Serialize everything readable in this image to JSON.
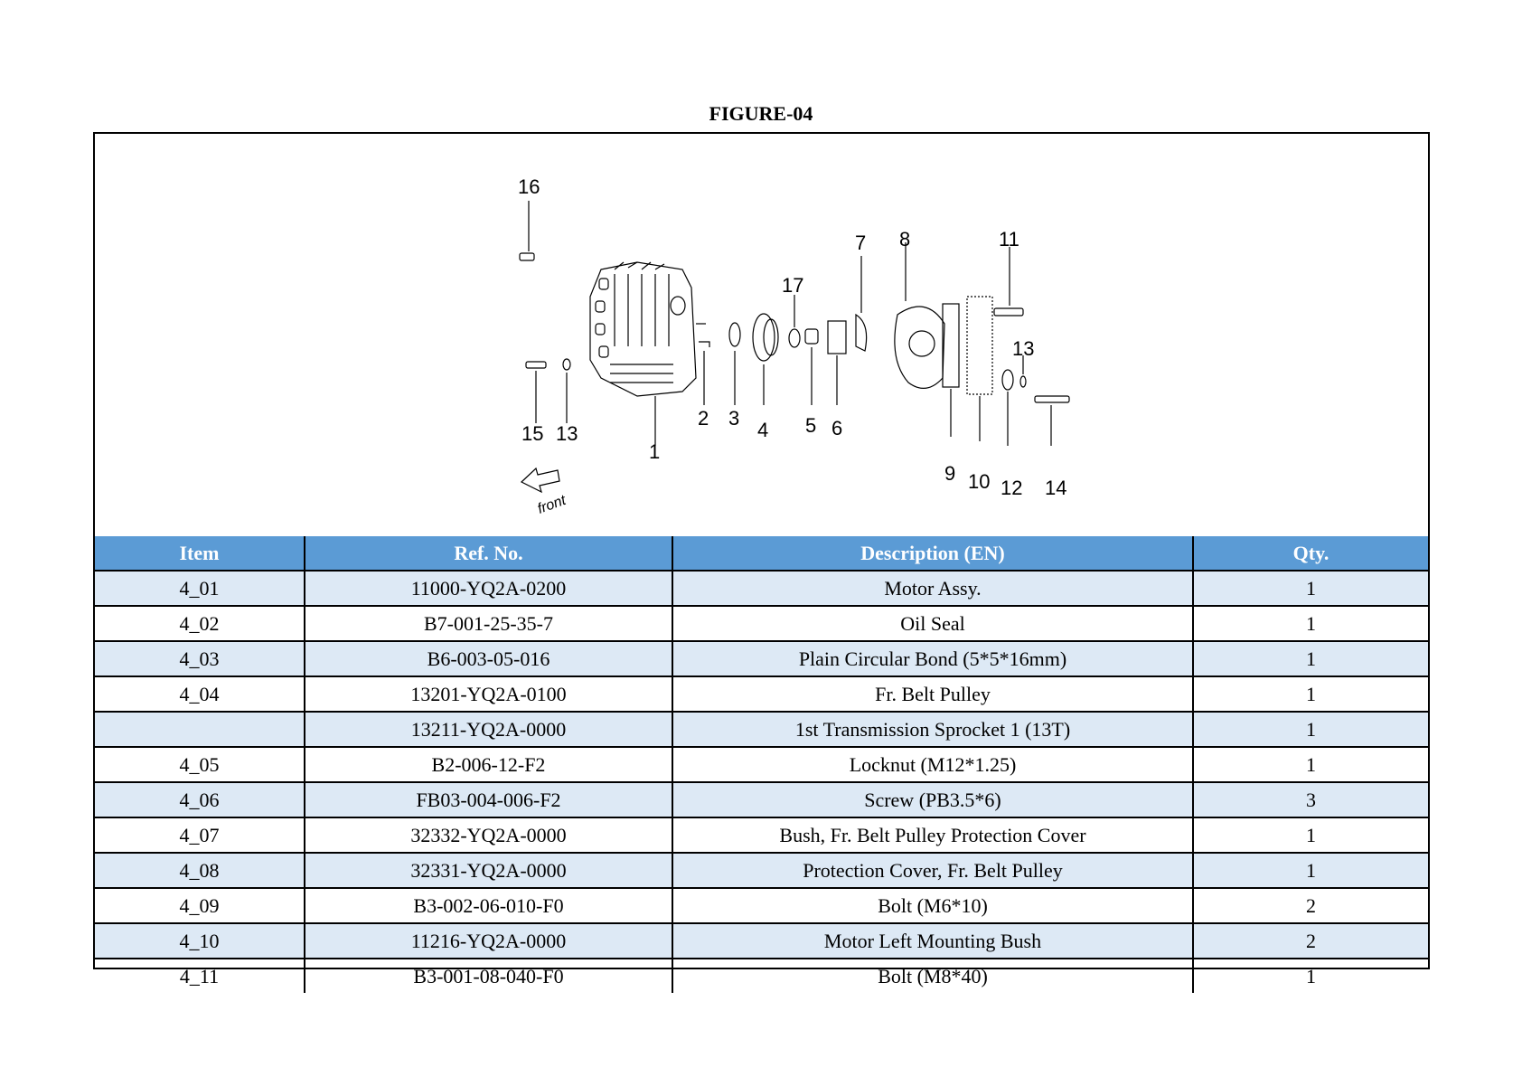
{
  "figure": {
    "title": "FIGURE-04",
    "callouts": [
      "16",
      "7",
      "8",
      "11",
      "17",
      "13",
      "15",
      "13",
      "1",
      "2",
      "3",
      "4",
      "5",
      "6",
      "9",
      "10",
      "12",
      "14"
    ],
    "front_label": "front"
  },
  "table": {
    "headers": {
      "item": "Item",
      "ref": "Ref. No.",
      "desc": "Description (EN)",
      "qty": "Qty."
    },
    "rows": [
      {
        "item": "4_01",
        "ref": "11000-YQ2A-0200",
        "desc": "Motor Assy.",
        "qty": "1"
      },
      {
        "item": "4_02",
        "ref": "B7-001-25-35-7",
        "desc": "Oil Seal",
        "qty": "1"
      },
      {
        "item": "4_03",
        "ref": "B6-003-05-016",
        "desc": "Plain Circular Bond (5*5*16mm)",
        "qty": "1"
      },
      {
        "item": "4_04",
        "ref": "13201-YQ2A-0100",
        "desc": "Fr. Belt Pulley",
        "qty": "1"
      },
      {
        "item": "",
        "ref": "13211-YQ2A-0000",
        "desc": "1st Transmission Sprocket 1 (13T)",
        "qty": "1"
      },
      {
        "item": "4_05",
        "ref": "B2-006-12-F2",
        "desc": "Locknut (M12*1.25)",
        "qty": "1"
      },
      {
        "item": "4_06",
        "ref": "FB03-004-006-F2",
        "desc": "Screw (PB3.5*6)",
        "qty": "3"
      },
      {
        "item": "4_07",
        "ref": "32332-YQ2A-0000",
        "desc": "Bush, Fr. Belt Pulley Protection Cover",
        "qty": "1"
      },
      {
        "item": "4_08",
        "ref": "32331-YQ2A-0000",
        "desc": "Protection Cover, Fr. Belt Pulley",
        "qty": "1"
      },
      {
        "item": "4_09",
        "ref": "B3-002-06-010-F0",
        "desc": "Bolt (M6*10)",
        "qty": "2"
      },
      {
        "item": "4_10",
        "ref": "11216-YQ2A-0000",
        "desc": "Motor Left Mounting Bush",
        "qty": "2"
      },
      {
        "item": "4_11",
        "ref": "B3-001-08-040-F0",
        "desc": "Bolt (M8*40)",
        "qty": "1"
      }
    ]
  },
  "colors": {
    "header_bg": "#5b9bd5",
    "header_text": "#ffffff",
    "row_alt_bg": "#dde9f5"
  }
}
